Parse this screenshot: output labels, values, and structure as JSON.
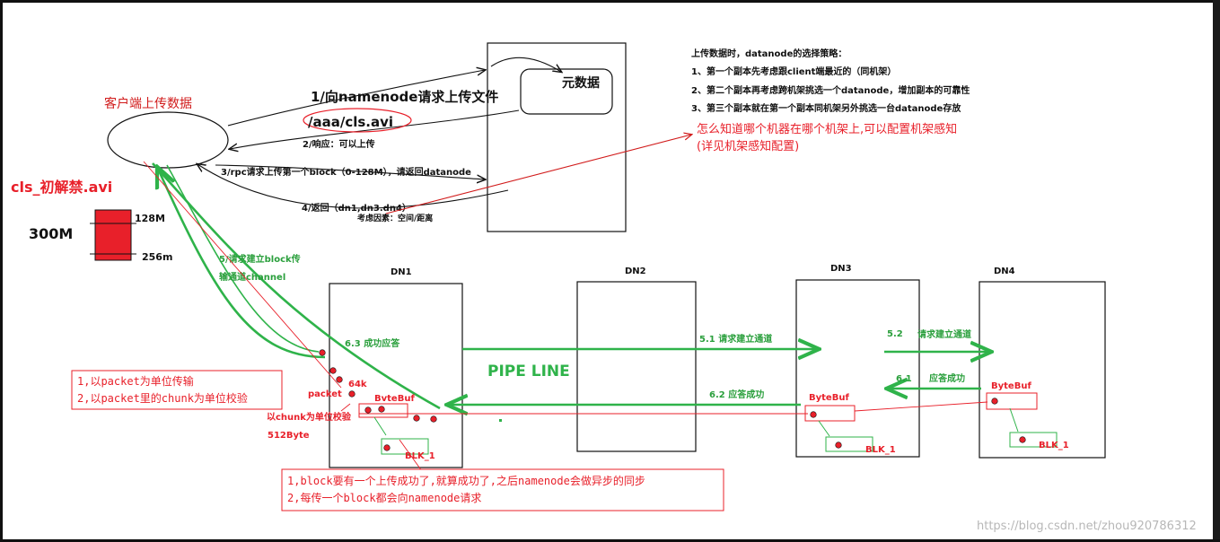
{
  "colors": {
    "red": "#e8202a",
    "dark_red": "#d11b1b",
    "green": "#2fb34a",
    "green_text": "#2a9f3c",
    "black": "#111111",
    "watermark": "#b7b7b7"
  },
  "client": {
    "title": "客户端上传数据",
    "file_name": "cls_初解禁.avi",
    "file_size": "300M",
    "block_mark_1": "128M",
    "block_mark_2": "256m"
  },
  "namenode": {
    "meta_label": "元数据",
    "step1": "1/向namenode请求上传文件",
    "step1_path": "/aaa/cls.avi",
    "step2": "2/响应：可以上传",
    "step3": "3/rpc请求上传第一个block（0-128M），请返回datanode",
    "step4": "4/返回（dn1,dn3.dn4）",
    "step4_note": "考虑因素：空间/距离"
  },
  "strategy": {
    "title": "上传数据时，datanode的选择策略：",
    "lines": [
      "1、第一个副本先考虑跟client端最近的（同机架）",
      "2、第二个副本再考虑跨机架挑选一个datanode，增加副本的可靠性",
      "3、第三个副本就在第一个副本同机架另外挑选一台datanode存放"
    ],
    "rack_note_1": "怎么知道哪个机器在哪个机架上,可以配置机架感知",
    "rack_note_2": "(详见机架感知配置)"
  },
  "datanodes": {
    "dn1": "DN1",
    "dn2": "DN2",
    "dn3": "DN3",
    "dn4": "DN4"
  },
  "pipeline": {
    "step5_line1": "5/请求建立block传",
    "step5_line2": "输通道channel",
    "ack_6_3": "6.3 成功应答",
    "req_5_1": "5.1  请求建立通道",
    "ack_6_2": "6.2 应答成功",
    "req_5_2_num": "5.2",
    "req_5_2_text": "请求建立通道",
    "ack_6_1_num": "6.1",
    "ack_6_1_text": "应答成功",
    "pipe_line": "PIPE LINE"
  },
  "dn1_detail": {
    "size_64k": "64k",
    "packet": "packet",
    "bytebuf": "BvteBuf",
    "chunk_check": "以chunk为单位校验",
    "chunk_size": "512Byte",
    "blk": "BLK_1"
  },
  "dn3_detail": {
    "bytebuf": "ByteBuf",
    "blk": "BLK_1"
  },
  "dn4_detail": {
    "bytebuf": "ByteBuf",
    "blk": "BLK_1"
  },
  "note_packet": {
    "line1": "1,以packet为单位传输",
    "line2": "2,以packet里的chunk为单位校验"
  },
  "note_block": {
    "line1": "1,block要有一个上传成功了,就算成功了,之后namenode会做异步的同步",
    "line2": "2,每传一个block都会向namenode请求"
  },
  "watermark": "https://blog.csdn.net/zhou920786312"
}
